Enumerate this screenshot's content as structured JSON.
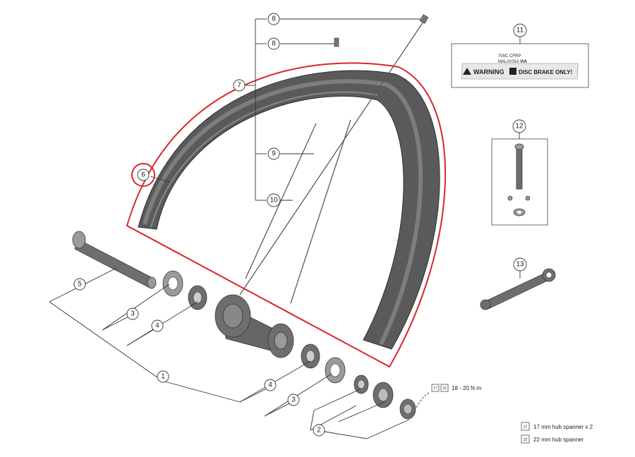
{
  "callouts": {
    "c1": "1",
    "c2": "2",
    "c3a": "3",
    "c3b": "3",
    "c4a": "4",
    "c4b": "4",
    "c5": "5",
    "c6": "6",
    "c7": "7",
    "c8a": "8",
    "c8b": "8",
    "c9": "9",
    "c10": "10",
    "c11": "11",
    "c12": "12",
    "c13": "13"
  },
  "label11": {
    "line1": "700C CFRP",
    "line2": "MALAYSIA",
    "line2b": "VIA",
    "warning": "WARNING",
    "disc": "DISC BRAKE ONLY!"
  },
  "torque": {
    "icon1": "17",
    "icon2": "22",
    "text": "18 - 20 N·m"
  },
  "legend": {
    "icon17": "17",
    "text17": "17 mm hub spanner x 2",
    "icon22": "22",
    "text22": "22 mm hub spanner"
  },
  "colors": {
    "highlight": "#d9262a",
    "part_dark": "#4a4a4a",
    "part_mid": "#6e6e6e"
  }
}
